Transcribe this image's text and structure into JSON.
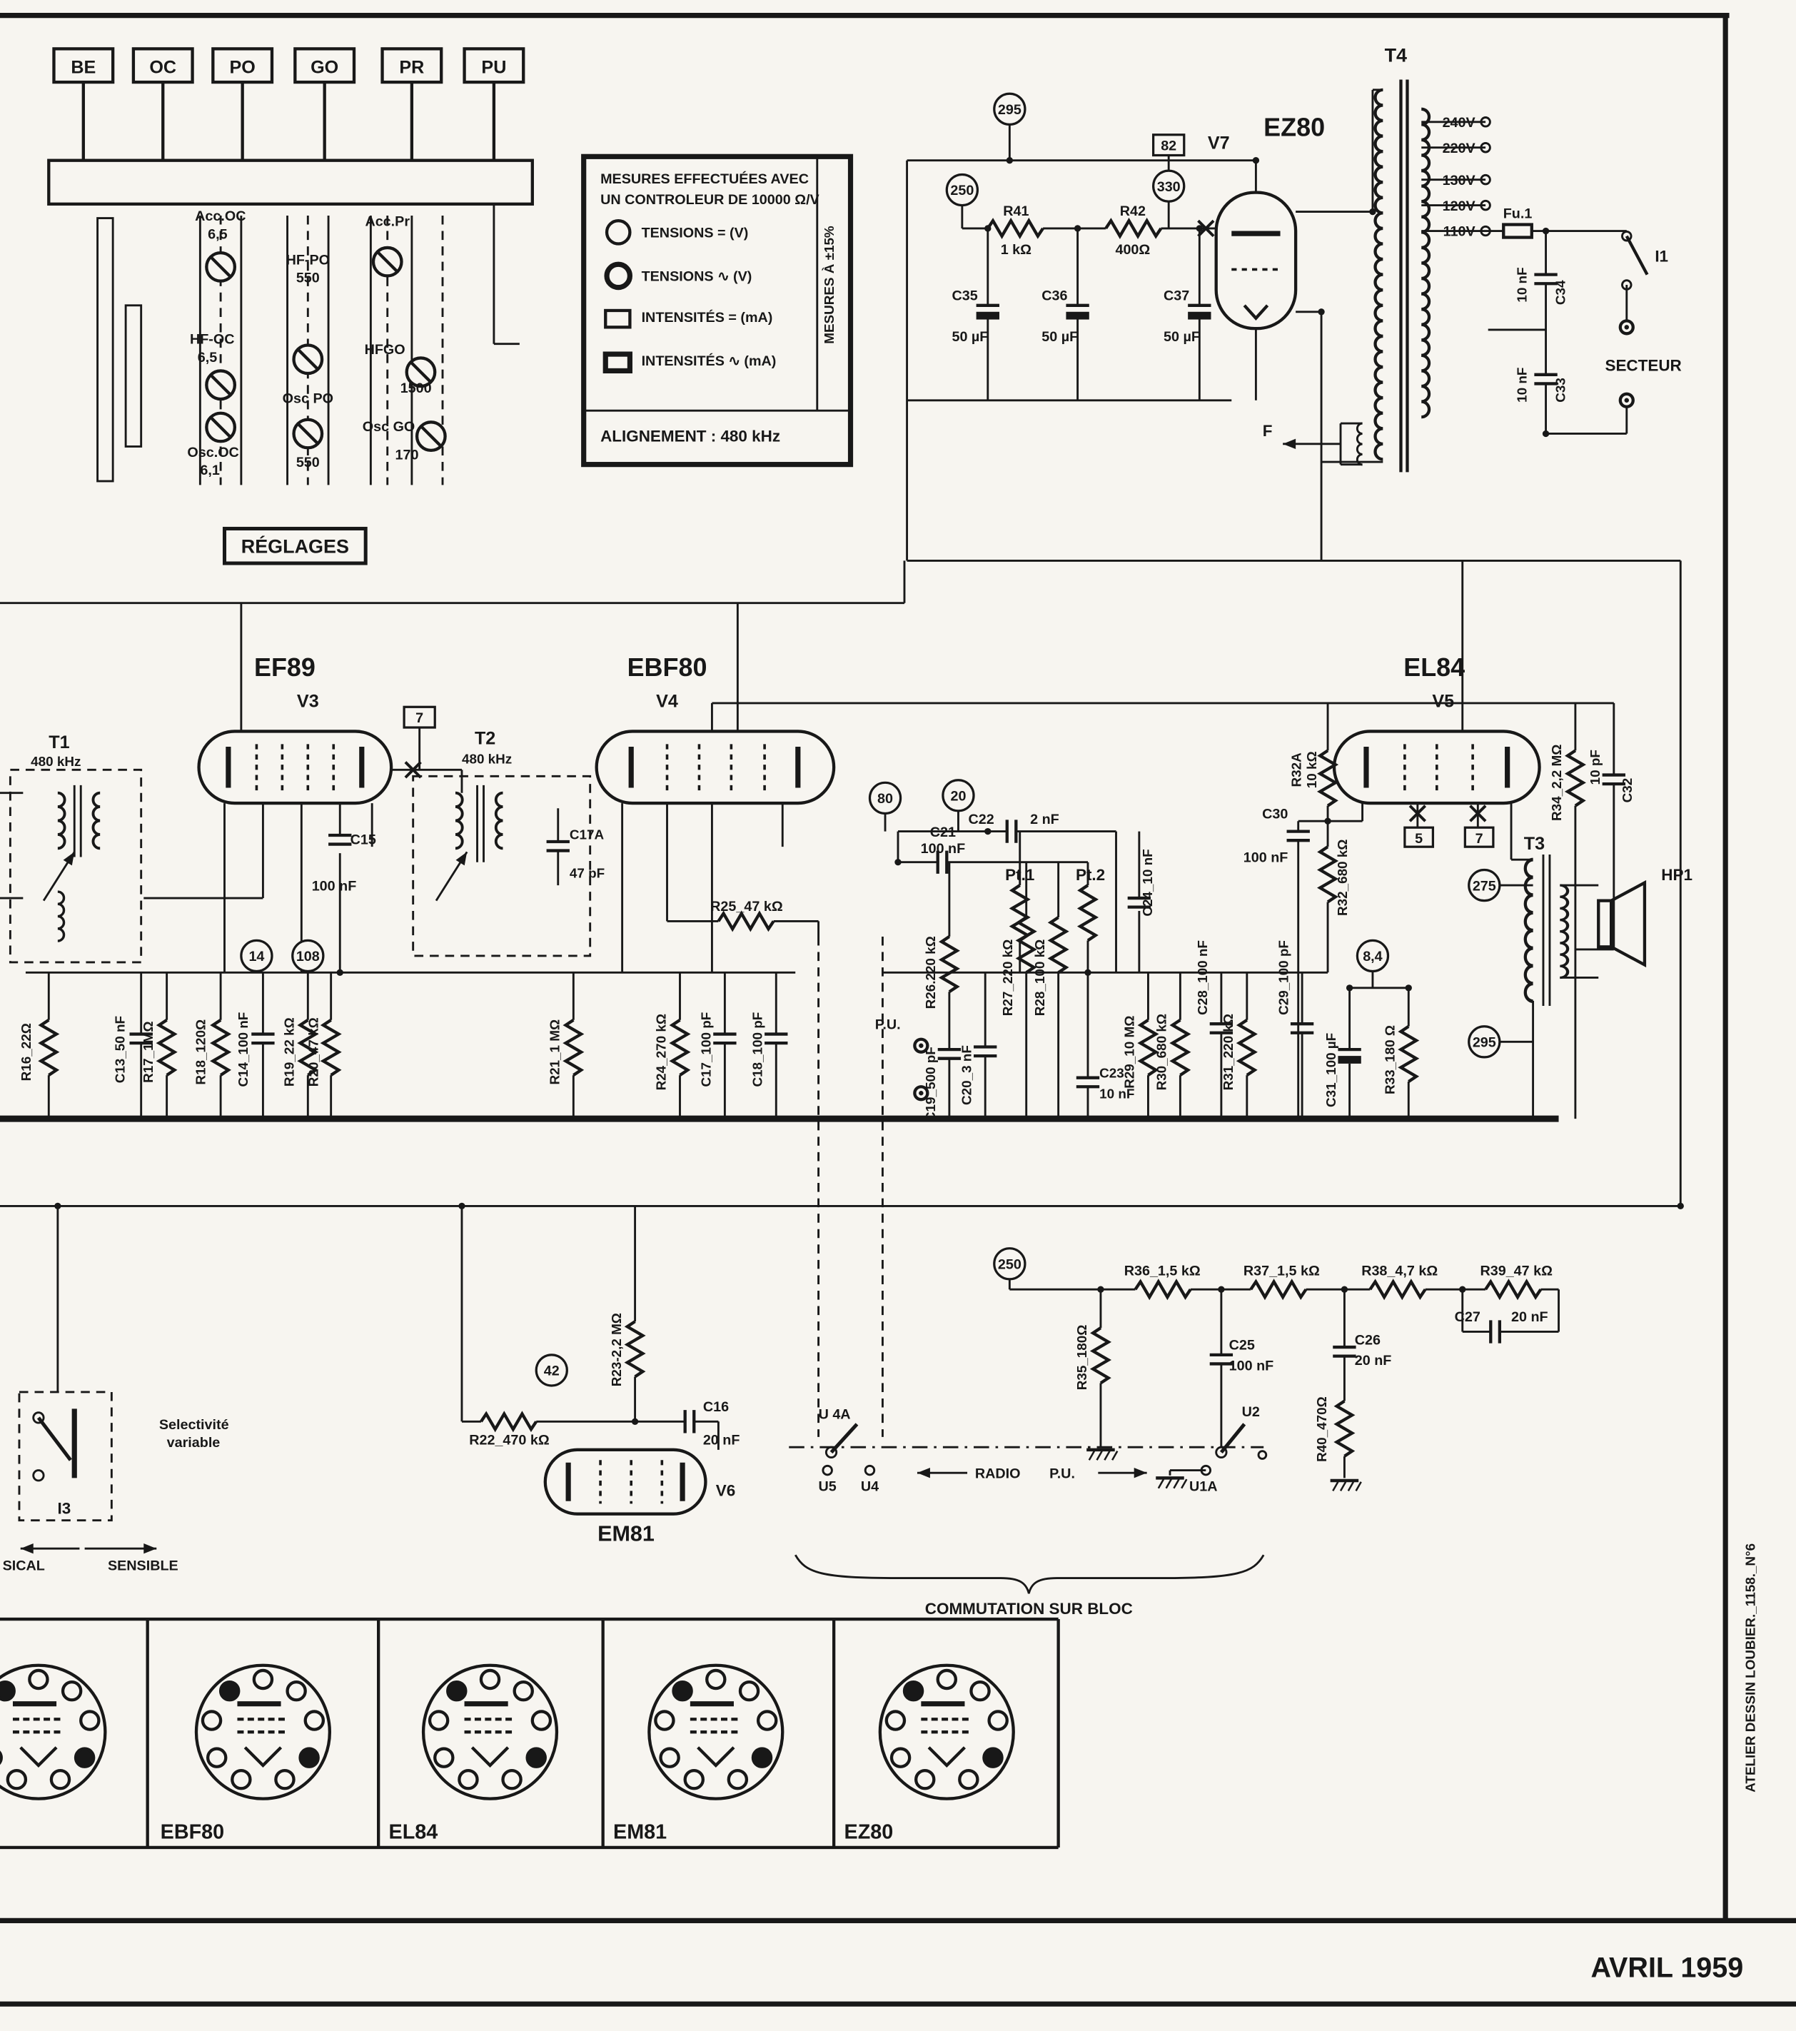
{
  "page": {
    "footer_date": "AVRIL  1959",
    "credit": "ATELIER DESSIN LOUBIER._1158._N°6"
  },
  "bands": [
    "BE",
    "OC",
    "PO",
    "GO",
    "PR",
    "PU"
  ],
  "reglages": {
    "title": "RÉGLAGES",
    "acc_oc": "Acc.OC",
    "acc_oc_v": "6,5",
    "hf_oc": "HF-OC",
    "hf_oc_v": "6,5",
    "osc_oc": "Osc.OC",
    "osc_oc_v": "6,1",
    "hf_po": "HF-PO",
    "hf_po_v": "550",
    "osc_po": "Osc PO",
    "osc_po_v": "550",
    "acc_pr": "Acc.Pr",
    "hf_go": "HFGO",
    "hf_go_v": "1500",
    "osc_go": "Osc GO",
    "osc_go_v": "170"
  },
  "legend": {
    "header1": "MESURES  EFFECTUÉES  AVEC",
    "header2": "UN CONTROLEUR  DE  10000 Ω/V",
    "row1": "TENSIONS  =  (V)",
    "row2": "TENSIONS  ∿ (V)",
    "row3": "INTENSITÉS = (mA)",
    "row4": "INTENSITÉS ∿ (mA)",
    "side": "MESURES À ±15%",
    "footer": "ALIGNEMENT : 480 kHz"
  },
  "tubes": {
    "v3": "V3",
    "v3_type": "EF89",
    "v4": "V4",
    "v4_type": "EBF80",
    "v5": "V5",
    "v5_type": "EL84",
    "v6": "V6",
    "v6_type": "EM81",
    "v7": "V7",
    "v7_type": "EZ80"
  },
  "transformers": {
    "t1": "T1",
    "t1_f": "480 kHz",
    "t2": "T2",
    "t2_f": "480 kHz",
    "t3": "T3",
    "t4": "T4"
  },
  "psu": {
    "r41": "R41",
    "r41_v": "1 kΩ",
    "r42": "R42",
    "r42_v": "400Ω",
    "c35": "C35",
    "c35_v": "50 µF",
    "c36": "C36",
    "c36_v": "50 µF",
    "c37": "C37",
    "c37_v": "50 µF",
    "taps": [
      "240V",
      "220V",
      "130V",
      "120V",
      "110V"
    ],
    "fuse": "Fu.1",
    "c34": "C34",
    "c34_v": "10 nF",
    "c33": "C33",
    "c33_v": "10 nF",
    "i1": "I1",
    "secteur": "SECTEUR",
    "f": "F"
  },
  "meas": {
    "b295": "295",
    "b250": "250",
    "b330": "330",
    "s82": "82",
    "b80": "80",
    "b20": "20",
    "b14": "14",
    "b108": "108",
    "b275": "275",
    "b84": "8,4",
    "b295b": "295",
    "b250b": "250",
    "b42": "42",
    "s5": "5",
    "s7": "7",
    "s7b": "7"
  },
  "parts": {
    "r16": "R16_22Ω",
    "c13": "C13_50 nF",
    "r17": "R17_1MΩ",
    "r18": "R18_120Ω",
    "c14": "C14_100 nF",
    "r19": "R19_22 kΩ",
    "r20": "R20_47 kΩ",
    "r21": "R21_1 MΩ",
    "r22": "R22_470 kΩ",
    "r23": "R23-2,2 MΩ",
    "r24": "R24_270 kΩ",
    "r25": "R25_47 kΩ",
    "r26": "R26.220 kΩ",
    "r27": "R27_220 kΩ",
    "r28": "R28_100 kΩ",
    "r29": "R29_10 MΩ",
    "r30": "R30_680 kΩ",
    "r31": "R31_220 kΩ",
    "r32a": "R32A",
    "r32a_v": "10 kΩ",
    "r32": "R32_680 kΩ",
    "r33": "R33_180 Ω",
    "r34": "R34_2,2 MΩ",
    "r35": "R35_180Ω",
    "r36": "R36_1,5 kΩ",
    "r37": "R37_1,5 kΩ",
    "r38": "R38_4,7 kΩ",
    "r39": "R39_47 kΩ",
    "r40": "R40_470Ω",
    "c15": "C15",
    "c15_v": "100 nF",
    "c16": "C16",
    "c16_v": "20 nF",
    "c17a": "C17A",
    "c17a_v": "47 pF",
    "c17": "C17_100 pF",
    "c18": "C18_100 pF",
    "c19": "C19_500 pF",
    "c20": "C20_3 nF",
    "c21": "C21",
    "c21_v": "100 nF",
    "c22": "C22",
    "c22_v": "2 nF",
    "c23": "C23",
    "c23_v": "10 nF",
    "c24": "C24_10 nF",
    "c25": "C25",
    "c25_v": "100 nF",
    "c26": "C26",
    "c26_v": "20 nF",
    "c27": "C27",
    "c27_v": "20 nF",
    "c28": "C28_100 nF",
    "c29": "C29_100 pF",
    "c30": "C30",
    "c30_v": "100 nF",
    "c31": "C31_100 µF",
    "c32": "C32",
    "c32_v": "10 pF",
    "pt1": "Pt.1",
    "pt2": "Pt.2",
    "pu_jack": "P.U.",
    "hp1": "HP1"
  },
  "switching": {
    "u4a": "U 4A",
    "u5": "U5",
    "u4": "U4",
    "radio": "RADIO",
    "pu": "P.U.",
    "u2": "U2",
    "u1a": "U1A",
    "caption": "COMMUTATION  SUR  BLOC"
  },
  "selectivity": {
    "line1": "Selectivité",
    "line2": "variable",
    "i3": "I3",
    "left": "SICAL",
    "right": "SENSIBLE"
  },
  "sockets": [
    "EBF80",
    "EL84",
    "EM81",
    "EZ80"
  ]
}
